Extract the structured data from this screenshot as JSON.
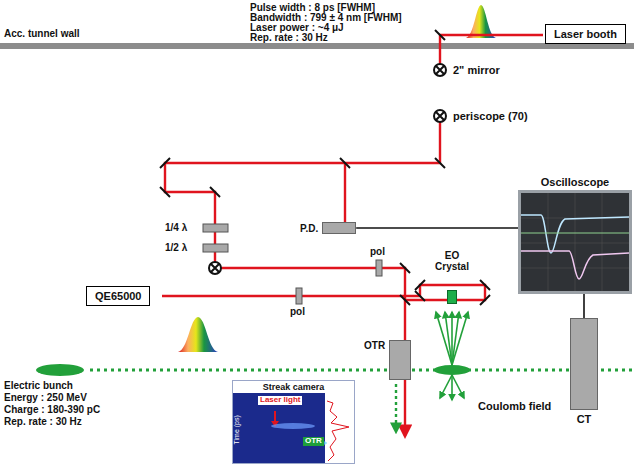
{
  "diagram": {
    "nodes": [
      {
        "text": [
          "Laser booth"
        ]
      },
      {
        "text": [
          "P.D."
        ]
      },
      {
        "text": [
          "Oscilloscope"
        ]
      },
      {
        "text": [
          "QE65000"
        ]
      },
      {
        "text": [
          "EO Crystal"
        ]
      },
      {
        "text": [
          "OTR"
        ]
      },
      {
        "text": [
          "CT"
        ]
      },
      {
        "text": [
          "Streak camera"
        ]
      }
    ],
    "edges": [
      {
        "from": 1,
        "to": 2,
        "arrow": "none"
      },
      {
        "from": 6,
        "to": 2,
        "arrow": "none"
      }
    ],
    "labels": [
      "Pulse width : 8 ps [FWHM]",
      "Bandwidth : 799 ± 4 nm [FWHM]",
      "Laser power : ~4 μJ",
      "Rep. rate : 30 Hz",
      "Acc. tunnel wall",
      "2\" mirror",
      "periscope (70)",
      "1/4 λ",
      "1/2 λ",
      "pol",
      "pol",
      "Electric bunch",
      "Energy : 250 MeV",
      "Charge : 180-390 pC",
      "Rep. rate : 30 Hz",
      "Coulomb field",
      "Time (ps)",
      "Laser light",
      "OTR"
    ]
  }
}
